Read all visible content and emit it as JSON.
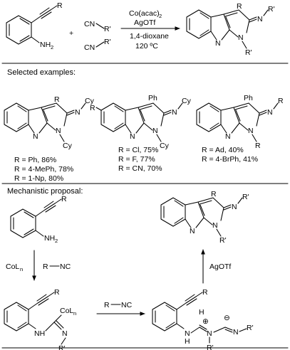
{
  "header_reaction": {
    "reagent_top": "Co(acac)",
    "reagent_top_sub": "2",
    "reagent_2": "AgOTf",
    "solvent": "1,4-dioxane",
    "temperature": "120 ºC"
  },
  "selected_examples": {
    "heading": "Selected examples:",
    "col1": [
      "R = Ph, 86%",
      "R = 4-MePh, 78%",
      "R = 1-Np, 80%"
    ],
    "col2": [
      "R = Cl, 75%",
      "R = F, 77%",
      "R = CN, 70%"
    ],
    "col3": [
      "R = Ad, 40%",
      "R = 4-BrPh, 41%"
    ]
  },
  "mechanism": {
    "heading": "Mechanistic proposal:",
    "step1_reagent_a": "CoL",
    "step1_reagent_a_sub": "n",
    "step1_reagent_b": "R",
    "step1_reagent_b_tail": "NC",
    "step2_reagent": "R",
    "step2_reagent_tail": "NC",
    "step3_reagent": "AgOTf"
  },
  "atoms": {
    "R": "R",
    "R_prime": "R'",
    "N": "N",
    "NH": "NH",
    "NH2": "NH",
    "two": "2",
    "H": "H",
    "CN": "CN",
    "Cy": "Cy",
    "Ph": "Ph",
    "CoL": "CoL",
    "n": "n",
    "plus": "+",
    "plus_charge": "⊕",
    "minus_charge": "⊖"
  }
}
